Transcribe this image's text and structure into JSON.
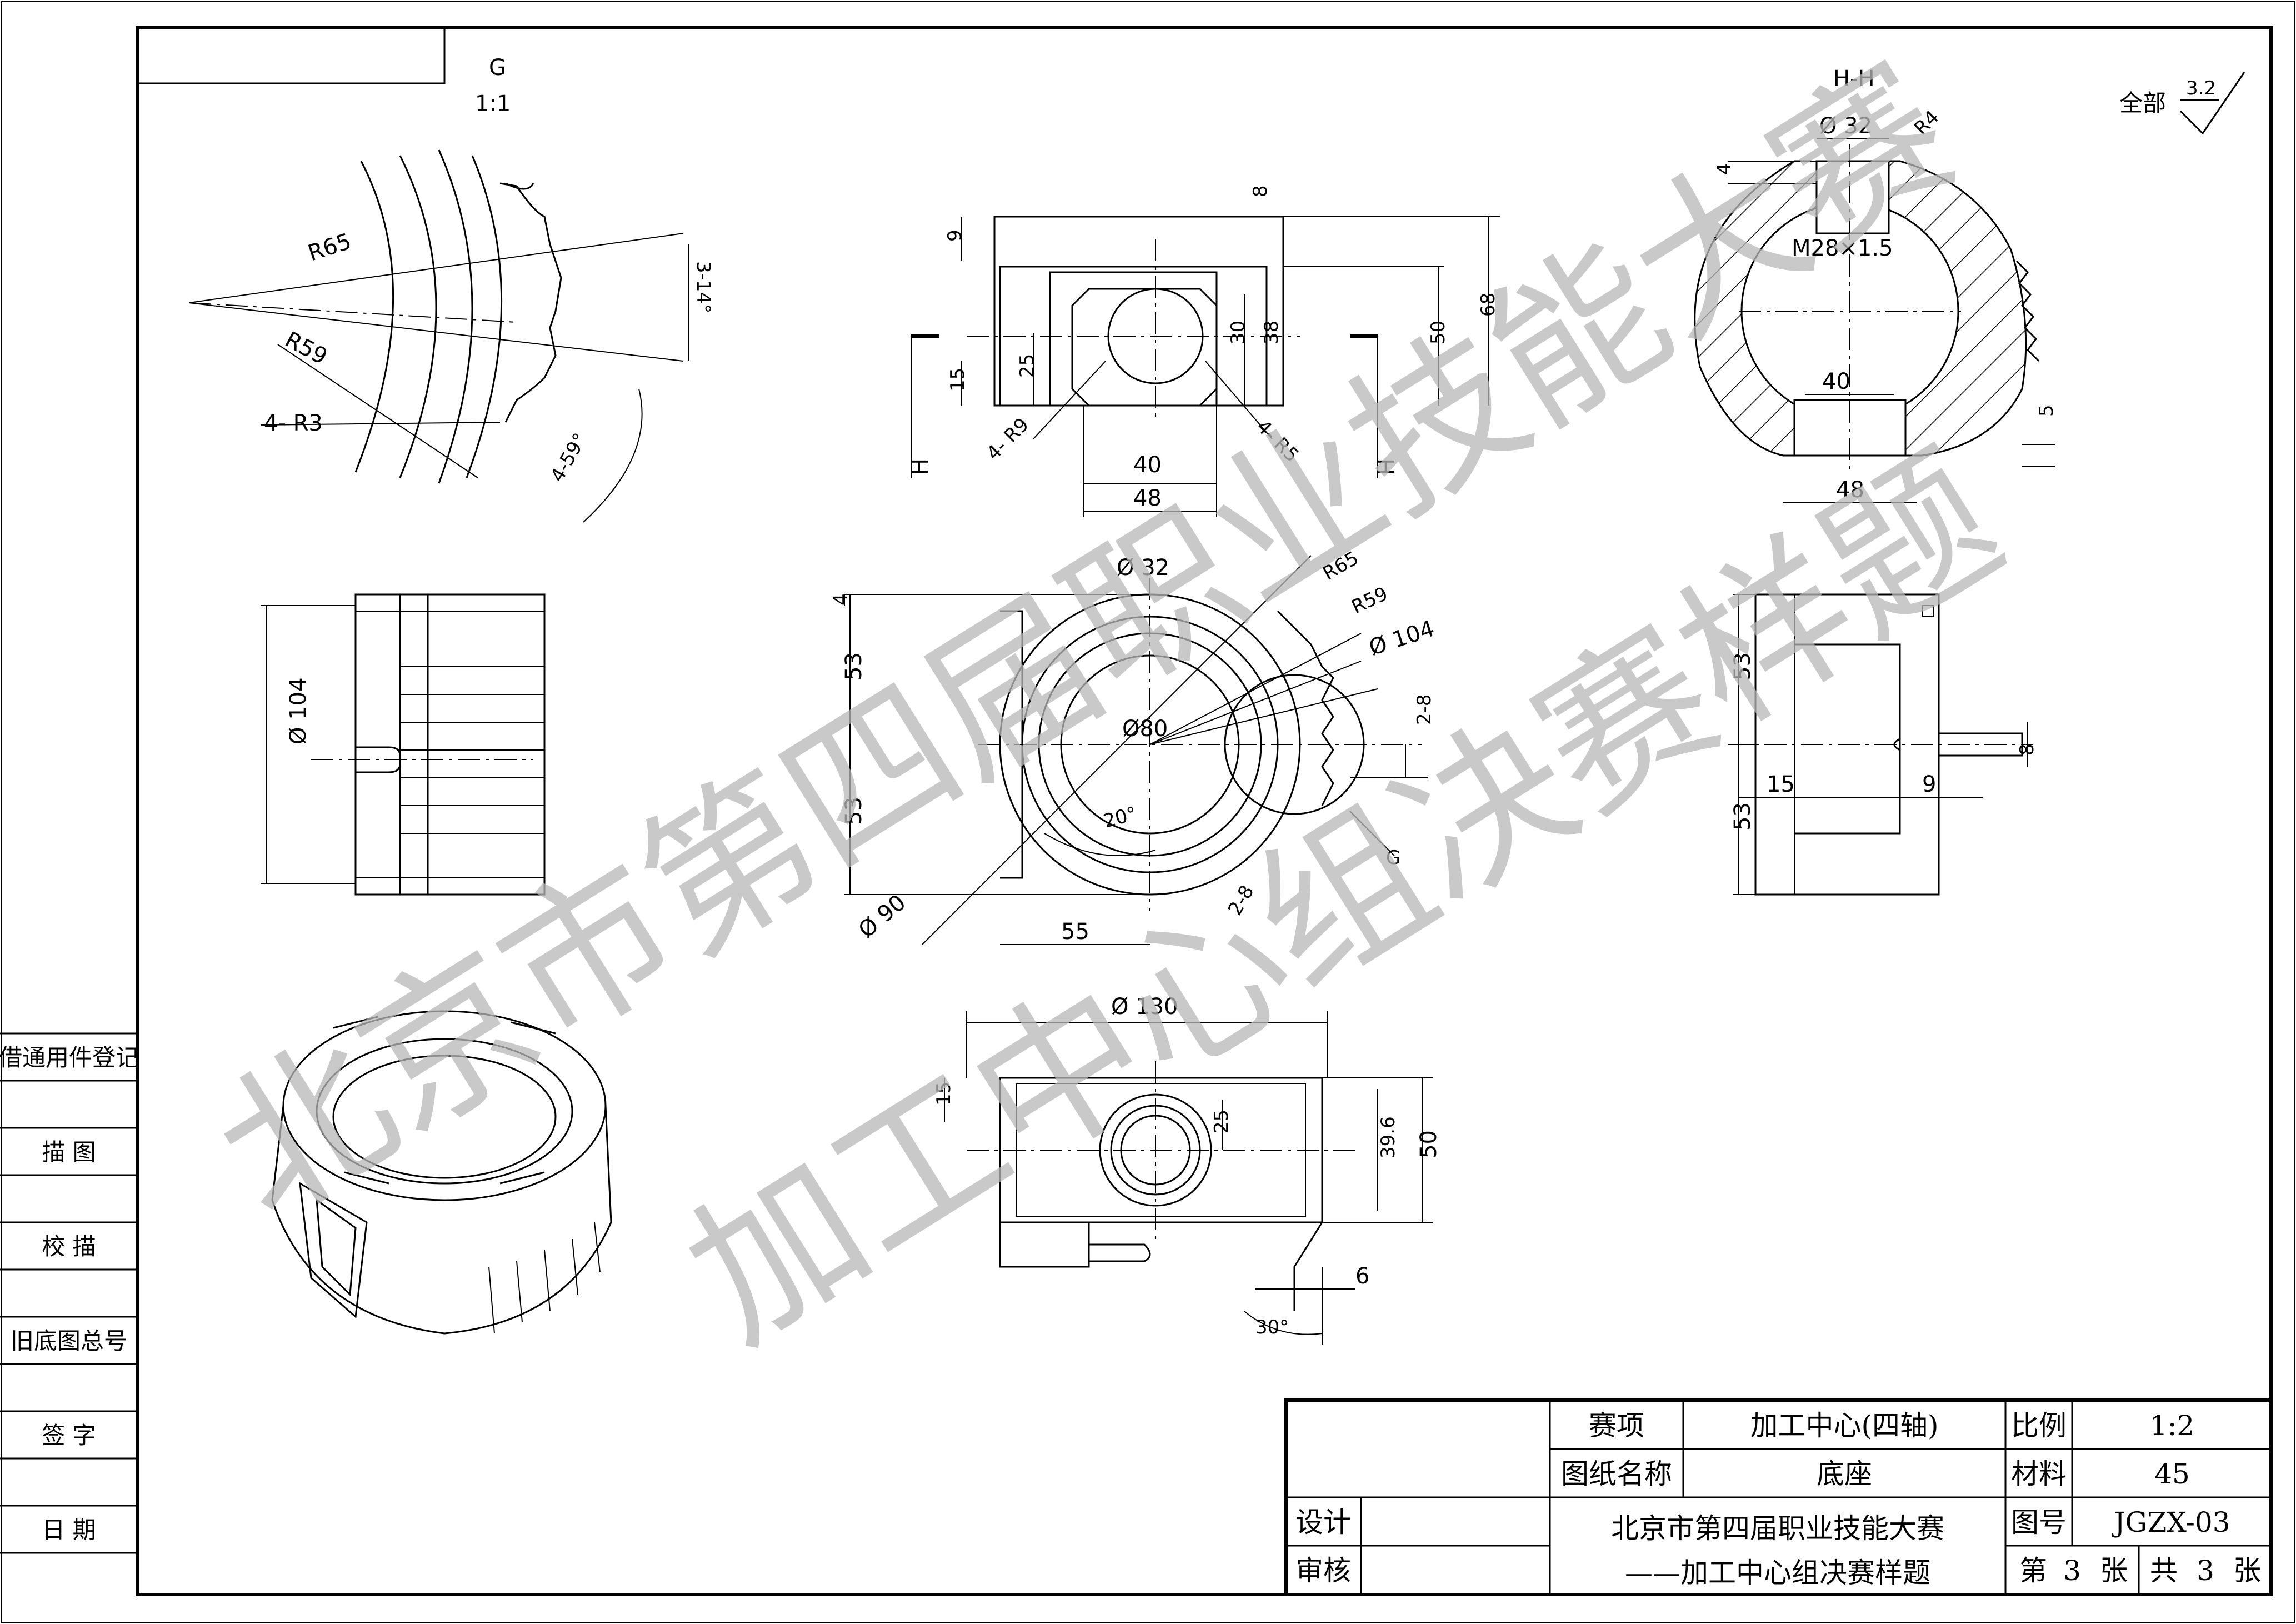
{
  "watermark": {
    "line1": "北京市第四届职业技能大赛",
    "line2": "加工中心组决赛样题"
  },
  "surface_finish": {
    "prefix": "全部",
    "value": "3.2"
  },
  "views": {
    "detail": {
      "label": "G",
      "scale": "1:1"
    },
    "section": {
      "label": "H-H"
    },
    "section_marker": "H",
    "detail_marker": "G"
  },
  "dimensions": {
    "detail_g": [
      "R65",
      "R59",
      "4- R3",
      "3-14°",
      "4-59°"
    ],
    "top_view": [
      "8",
      "9",
      "15",
      "25",
      "30",
      "38",
      "50",
      "68",
      "40",
      "48",
      "4- R9",
      "4- R5"
    ],
    "section_hh": [
      "Ø 32",
      "R4",
      "4",
      "M28×1.5",
      "40",
      "5",
      "48"
    ],
    "left_view": [
      "Ø 104"
    ],
    "front_view": [
      "4",
      "Ø 32",
      "R65",
      "R59",
      "Ø 104",
      "53",
      "53",
      "Ø80",
      "20°",
      "2-8",
      "2-8",
      "Ø 90",
      "55"
    ],
    "right_view": [
      "53",
      "53",
      "15",
      "9",
      "8"
    ],
    "bottom_view": [
      "Ø 130",
      "15",
      "25",
      "39.6",
      "50",
      "6",
      "30°"
    ]
  },
  "side_panel": {
    "rows": [
      "借通用件登记",
      "描  图",
      "校  描",
      "旧底图总号",
      "签  字",
      "日  期"
    ]
  },
  "title_block": {
    "event_label": "赛项",
    "event_value": "加工中心(四轴)",
    "scale_label": "比例",
    "scale_value": "1:2",
    "drawing_name_label": "图纸名称",
    "drawing_name_value": "底座",
    "material_label": "材料",
    "material_value": "45",
    "design_label": "设计",
    "review_label": "审核",
    "competition_line1": "北京市第四届职业技能大赛",
    "competition_line2": "——加工中心组决赛样题",
    "drawing_no_label": "图号",
    "drawing_no_value": "JGZX-03",
    "sheet_prefix": "第",
    "sheet_no": "3",
    "sheet_unit": "张",
    "total_prefix": "共",
    "total_no": "3",
    "total_unit": "张"
  }
}
